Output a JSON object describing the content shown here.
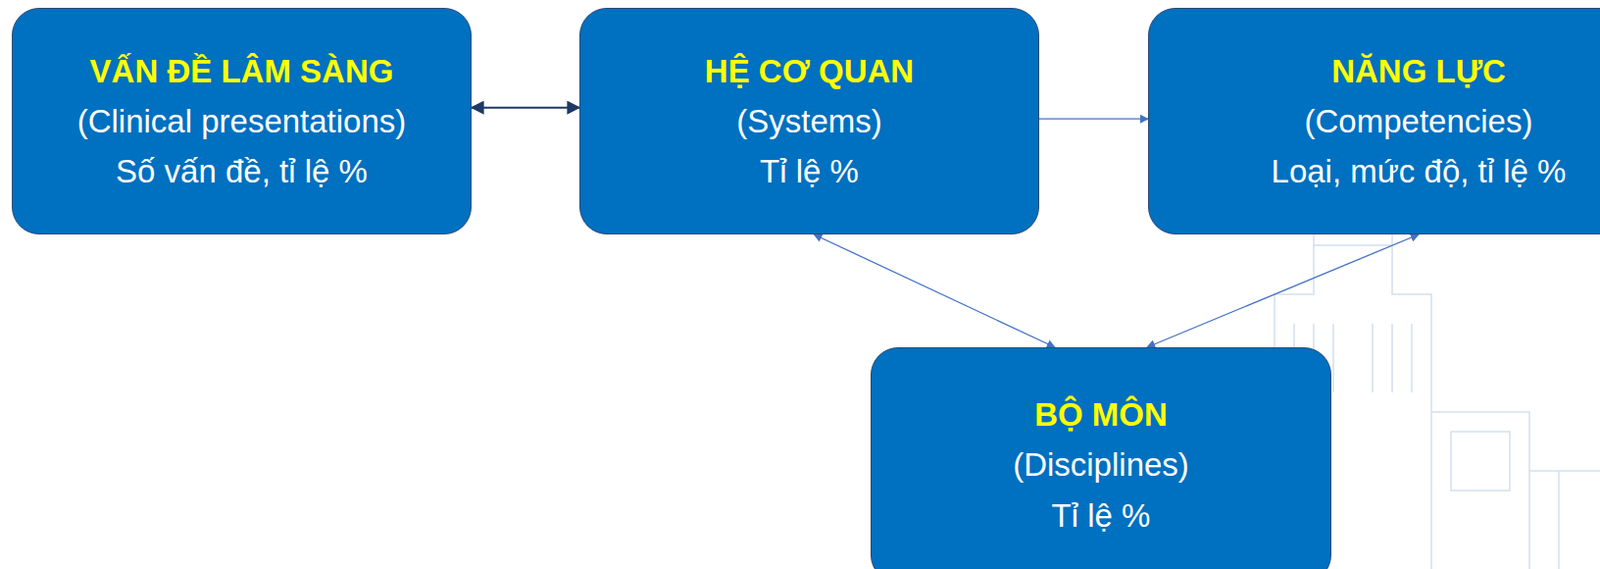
{
  "diagram": {
    "nodes": [
      {
        "text": [
          "VẤN ĐỀ LÂM SÀNG",
          "(Clinical presentations)",
          "Số vấn đề, tỉ lệ %"
        ]
      },
      {
        "text": [
          "HỆ CƠ QUAN",
          "(Systems)",
          "Tỉ lệ %"
        ]
      },
      {
        "text": [
          "NĂNG LỰC",
          "(Competencies)",
          "Loại, mức độ, tỉ lệ %"
        ]
      },
      {
        "text": [
          "BỘ MÔN",
          "(Disciplines)",
          "Tỉ lệ %"
        ]
      }
    ],
    "edges": [
      {
        "from": 0,
        "to": 1,
        "arrow": "both"
      },
      {
        "from": 1,
        "to": 2,
        "arrow": "to"
      },
      {
        "from": 1,
        "to": 3,
        "arrow": "both"
      },
      {
        "from": 2,
        "to": 3,
        "arrow": "both"
      }
    ]
  }
}
